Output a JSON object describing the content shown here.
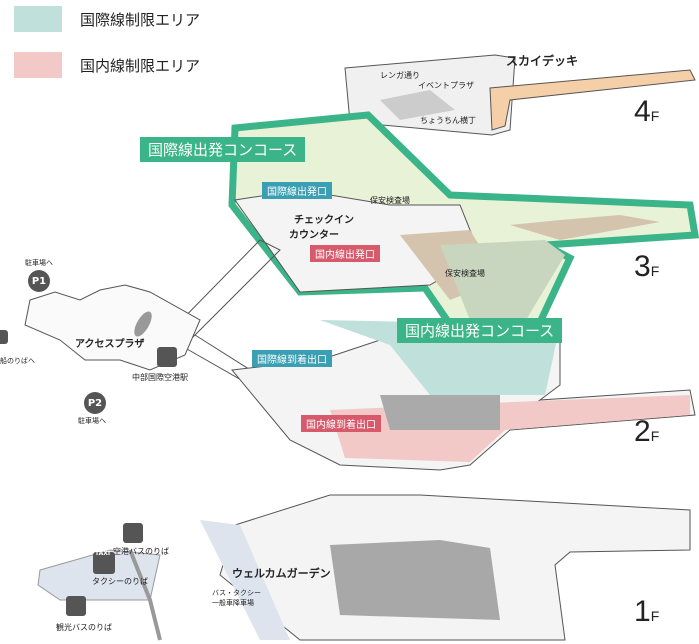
{
  "legend": [
    {
      "label": "国際線制限エリア",
      "color": "#bfe0db"
    },
    {
      "label": "国内線制限エリア",
      "color": "#f2c9c6"
    }
  ],
  "colors": {
    "international": "#bfe0db",
    "domestic": "#f2c9c6",
    "concourse_outline": "#3bb48a",
    "concourse_fill": "#e8f2d6",
    "intl_tag": "#3a9fb2",
    "dom_tag": "#d65a6b",
    "gray": "#a8a8a8",
    "skydeck": "#f5cfa8"
  },
  "floors": {
    "f4": "4",
    "f3": "3",
    "f2": "2",
    "f1": "1",
    "suffix": "F"
  },
  "labels": {
    "sky_deck": "スカイデッキ",
    "renga": "レンガ通り",
    "event_plaza": "イベントプラザ",
    "chouchin": "ちょうちん横丁",
    "intl_concourse": "国際線出発コンコース",
    "dom_concourse": "国内線出発コンコース",
    "intl_departure": "国際線出発口",
    "dom_departure": "国内線出発口",
    "checkin_1": "チェックイン",
    "checkin_2": "カウンター",
    "security_1": "保安検査場",
    "security_2": "保安検査場",
    "intl_arrival": "国際線到着出口",
    "dom_arrival": "国内線到着出口",
    "access_plaza": "アクセスプラザ",
    "station": "中部国際空港駅",
    "parking_to_1": "駐車場へ",
    "parking_to_2": "駐車場へ",
    "p1": "P1",
    "p2": "P2",
    "ferry": "船のりばへ",
    "welcome_garden": "ウェルカムガーデン",
    "bus_taxi_1": "バス・タクシー",
    "bus_taxi_2": "一般車降車場",
    "airport_bus": "空港バスのりば",
    "taxi_stand": "タクシーのりば",
    "taxi_sign": "TAXI",
    "sightseeing_bus": "観光バスのりば"
  }
}
